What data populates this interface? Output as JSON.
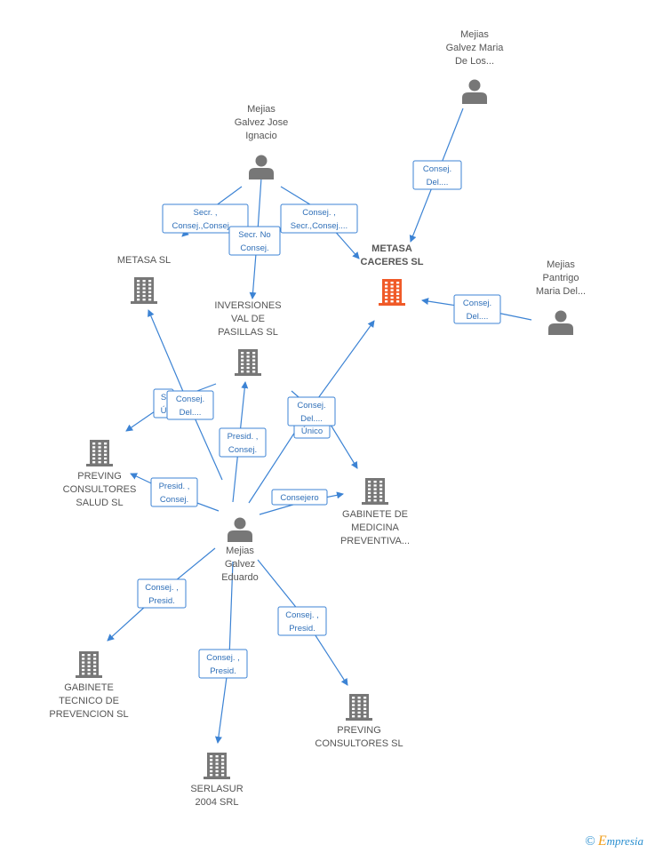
{
  "colors": {
    "edge": "#3c83d4",
    "company": "#777777",
    "focus_company": "#f05a28",
    "person": "#777777"
  },
  "nodes": {
    "n_mgm": {
      "type": "person",
      "lines": [
        "Mejias",
        "Galvez Maria",
        "De Los..."
      ]
    },
    "n_mgji": {
      "type": "person",
      "lines": [
        "Mejias",
        "Galvez Jose",
        "Ignacio"
      ]
    },
    "n_metc": {
      "type": "company",
      "focus": true,
      "lines": [
        "METASA",
        "CACERES SL"
      ]
    },
    "n_mpm": {
      "type": "person",
      "lines": [
        "Mejias",
        "Pantrigo",
        "Maria Del..."
      ]
    },
    "n_met": {
      "type": "company",
      "lines": [
        "METASA  SL"
      ]
    },
    "n_inv": {
      "type": "company",
      "lines": [
        "INVERSIONES",
        "VAL DE",
        "PASILLAS SL"
      ]
    },
    "n_pcs": {
      "type": "company",
      "lines": [
        "PREVING",
        "CONSULTORES",
        "SALUD SL"
      ]
    },
    "n_gmp": {
      "type": "company",
      "lines": [
        "GABINETE DE",
        "MEDICINA",
        "PREVENTIVA..."
      ]
    },
    "n_mge": {
      "type": "person",
      "lines": [
        "Mejias",
        "Galvez",
        "Eduardo"
      ]
    },
    "n_gtp": {
      "type": "company",
      "lines": [
        "GABINETE",
        "TECNICO DE",
        "PREVENCION SL"
      ]
    },
    "n_pc": {
      "type": "company",
      "lines": [
        "PREVING",
        "CONSULTORES SL"
      ]
    },
    "n_ser": {
      "type": "company",
      "lines": [
        "SERLASUR",
        "2004 SRL"
      ]
    }
  },
  "edges": [
    {
      "id": "e1",
      "lines": [
        "Consej.",
        "Del...."
      ]
    },
    {
      "id": "e2",
      "lines": [
        "Secr. ,",
        "Consej.,Consej...."
      ]
    },
    {
      "id": "e3",
      "lines": [
        "Consej. ,",
        "Secr.,Consej...."
      ]
    },
    {
      "id": "e4",
      "lines": [
        "Secr.  No",
        "Consej."
      ]
    },
    {
      "id": "e5",
      "lines": [
        "Consej.",
        "Del...."
      ]
    },
    {
      "id": "e6",
      "lines": [
        "S",
        "Ú"
      ]
    },
    {
      "id": "e7",
      "lines": [
        "Consej.",
        "Del...."
      ]
    },
    {
      "id": "e8",
      "lines": [
        "Presid. ,",
        "Consej."
      ]
    },
    {
      "id": "e9",
      "lines": [
        "Único"
      ]
    },
    {
      "id": "e10",
      "lines": [
        "Consej.",
        "Del...."
      ]
    },
    {
      "id": "e11",
      "lines": [
        "Presid. ,",
        "Consej."
      ]
    },
    {
      "id": "e12",
      "lines": [
        "Consejero"
      ]
    },
    {
      "id": "e13",
      "lines": [
        "Consej. ,",
        "Presid."
      ]
    },
    {
      "id": "e14",
      "lines": [
        "Consej. ,",
        "Presid."
      ]
    },
    {
      "id": "e15",
      "lines": [
        "Consej. ,",
        "Presid."
      ]
    }
  ],
  "footer": {
    "copyright": "©",
    "brand_first": "E",
    "brand_rest": "mpresia"
  }
}
